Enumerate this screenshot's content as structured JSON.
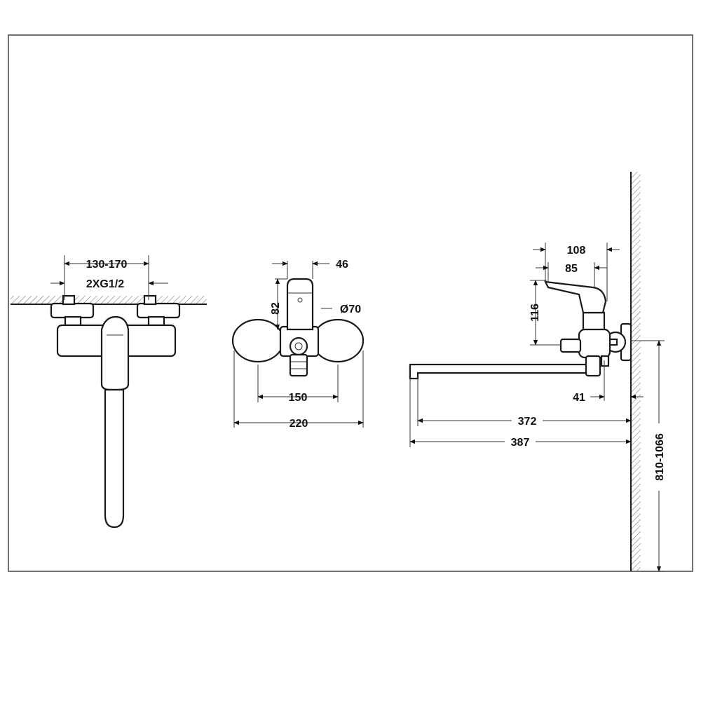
{
  "diagram": {
    "front_view": {
      "inlet_spacing": "130-170",
      "thread": "2XG1/2"
    },
    "side_view": {
      "handle_depth": "46",
      "handle_height": "82",
      "cap_diameter": "Ø70",
      "inlet_centers": "150",
      "overall_width": "220"
    },
    "top_view": {
      "body_length": "108",
      "handle_length": "85",
      "body_height": "116",
      "wall_offset": "41",
      "spout_reach": "372",
      "spout_total": "387",
      "mount_height": "810-1066"
    }
  },
  "colors": {
    "line": "#1a1a1a",
    "background": "#ffffff"
  }
}
